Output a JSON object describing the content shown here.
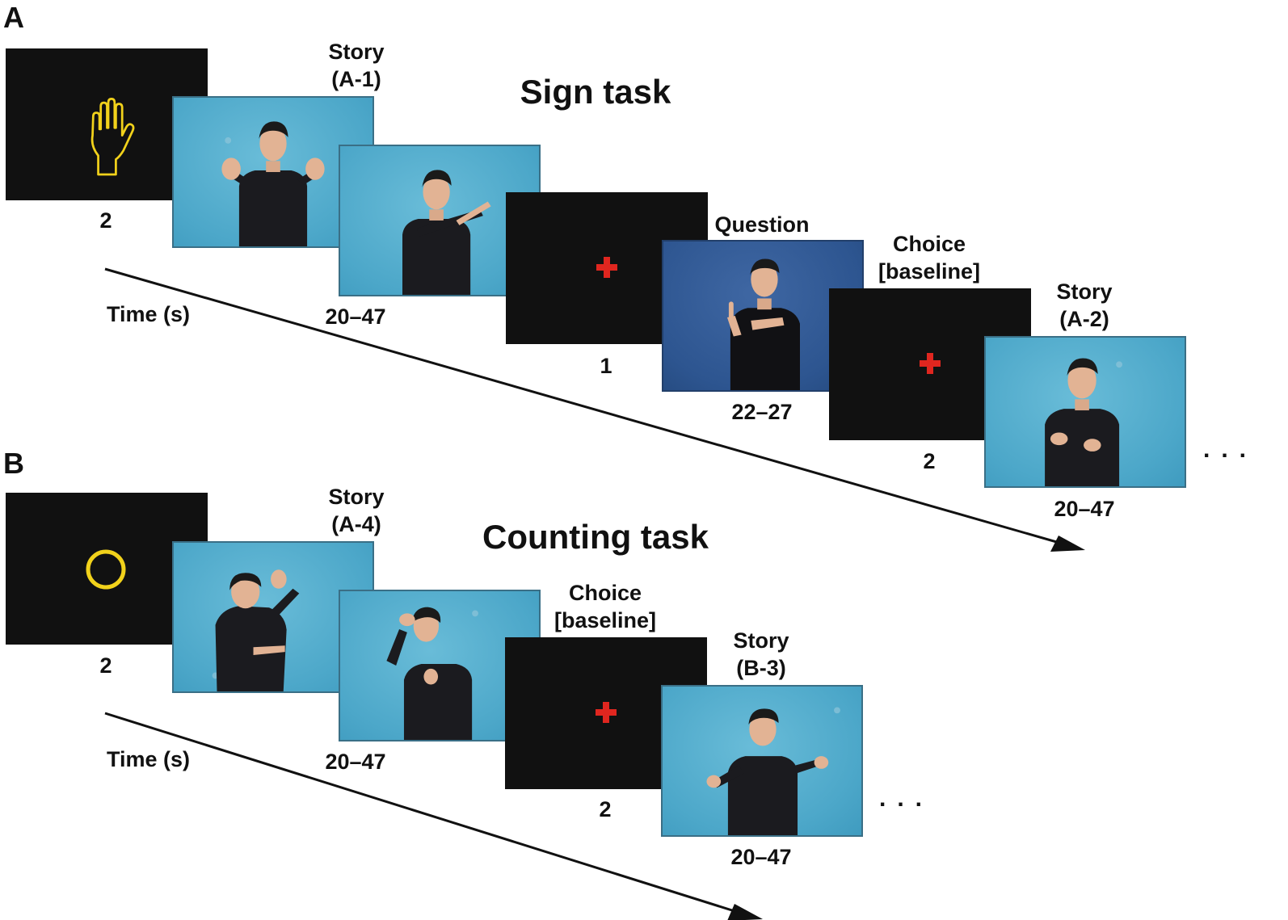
{
  "panels": {
    "a": {
      "letter": "A",
      "title": "Sign task",
      "time_label": "Time (s)",
      "labels": {
        "story_a1": "Story\n(A-1)",
        "question": "Question",
        "choice": "Choice\n[baseline]",
        "story_a2": "Story\n(A-2)"
      },
      "durations": {
        "cue": "2",
        "story_a1": "20–47",
        "fixation": "1",
        "question": "22–27",
        "choice": "2",
        "story_a2": "20–47"
      },
      "cue_icon": "hand-outline-icon",
      "ellipsis": "..."
    },
    "b": {
      "letter": "B",
      "title": "Counting task",
      "time_label": "Time (s)",
      "labels": {
        "story_a4": "Story\n(A-4)",
        "choice": "Choice\n[baseline]",
        "story_b3": "Story\n(B-3)"
      },
      "durations": {
        "cue": "2",
        "story_a4": "20–47",
        "choice": "2",
        "story_b3": "20–47"
      },
      "cue_icon": "circle-outline-icon",
      "ellipsis": "..."
    }
  },
  "colors": {
    "cue_yellow": "#f2d21b",
    "fixation_red": "#e0261f",
    "story_blue": "#4ca7c9",
    "question_blue": "#2d5590",
    "shirt_black": "#1b1b1f"
  }
}
